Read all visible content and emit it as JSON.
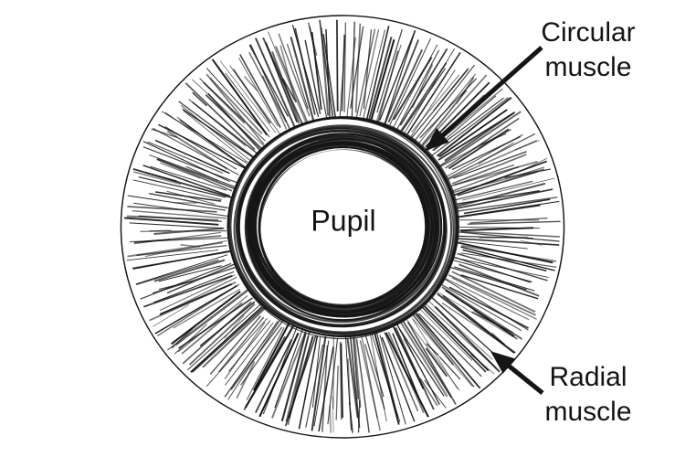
{
  "diagram": {
    "pupil_label": "Pupil",
    "circular_muscle_label": {
      "line1": "Circular",
      "line2": "muscle"
    },
    "radial_muscle_label": {
      "line1": "Radial",
      "line2": "muscle"
    },
    "ink": "#151515",
    "background": "#ffffff"
  }
}
